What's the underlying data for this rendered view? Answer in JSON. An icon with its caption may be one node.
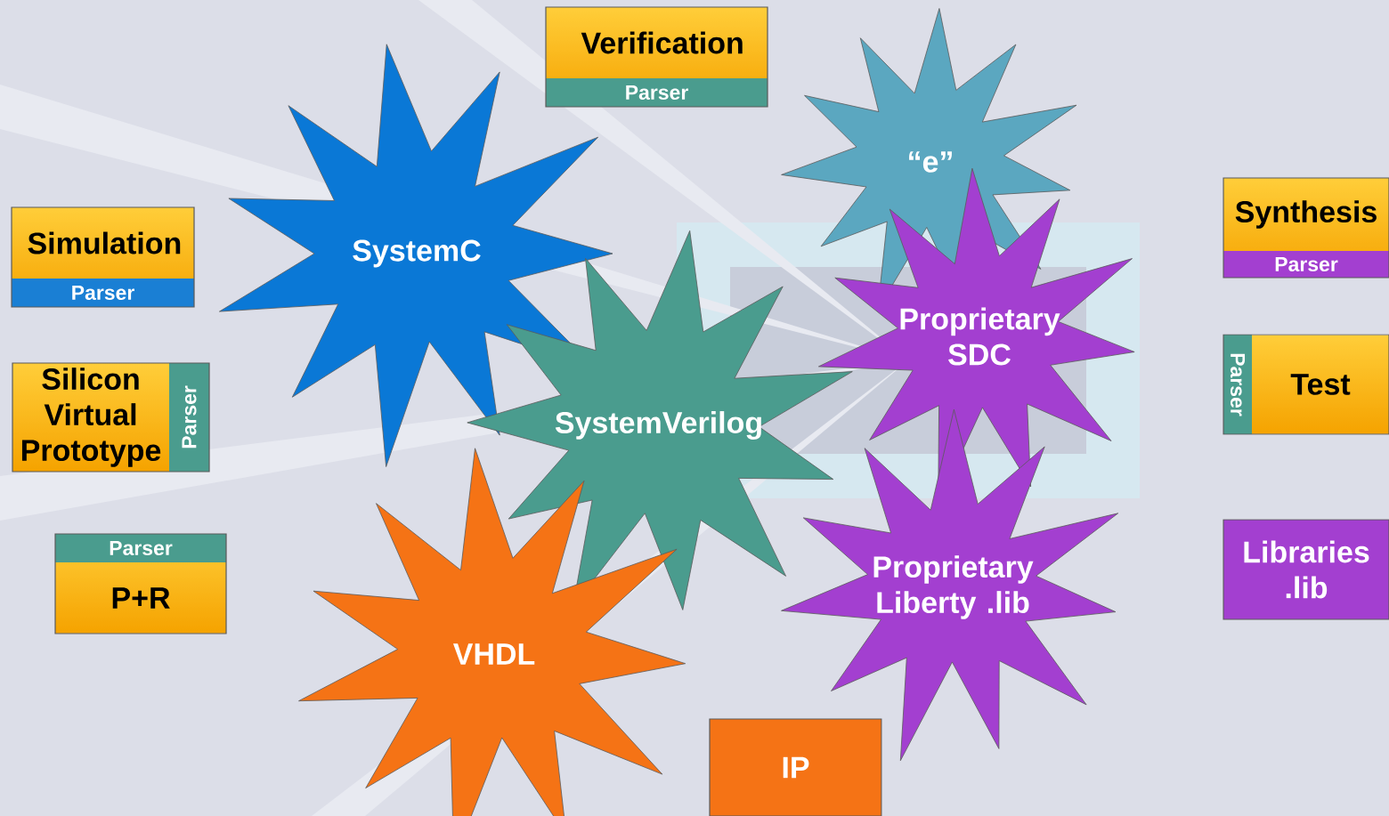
{
  "diagram": {
    "nodes": [
      {
        "text": [
          "Verification",
          "Parser"
        ]
      },
      {
        "text": [
          "“e”"
        ]
      },
      {
        "text": [
          "SystemC"
        ]
      },
      {
        "text": [
          "Simulation",
          "Parser"
        ]
      },
      {
        "text": [
          "Synthesis",
          "Parser"
        ]
      },
      {
        "text": [
          "Proprietary SDC"
        ]
      },
      {
        "text": [
          "Silicon Virtual Prototype",
          "Parser"
        ]
      },
      {
        "text": [
          "Parser",
          "Test"
        ]
      },
      {
        "text": [
          "SystemVerilog"
        ]
      },
      {
        "text": [
          "Parser",
          "P+R"
        ]
      },
      {
        "text": [
          "Proprietary Liberty .lib"
        ]
      },
      {
        "text": [
          "Libraries .lib"
        ]
      },
      {
        "text": [
          "VHDL"
        ]
      },
      {
        "text": [
          "IP"
        ]
      }
    ]
  }
}
